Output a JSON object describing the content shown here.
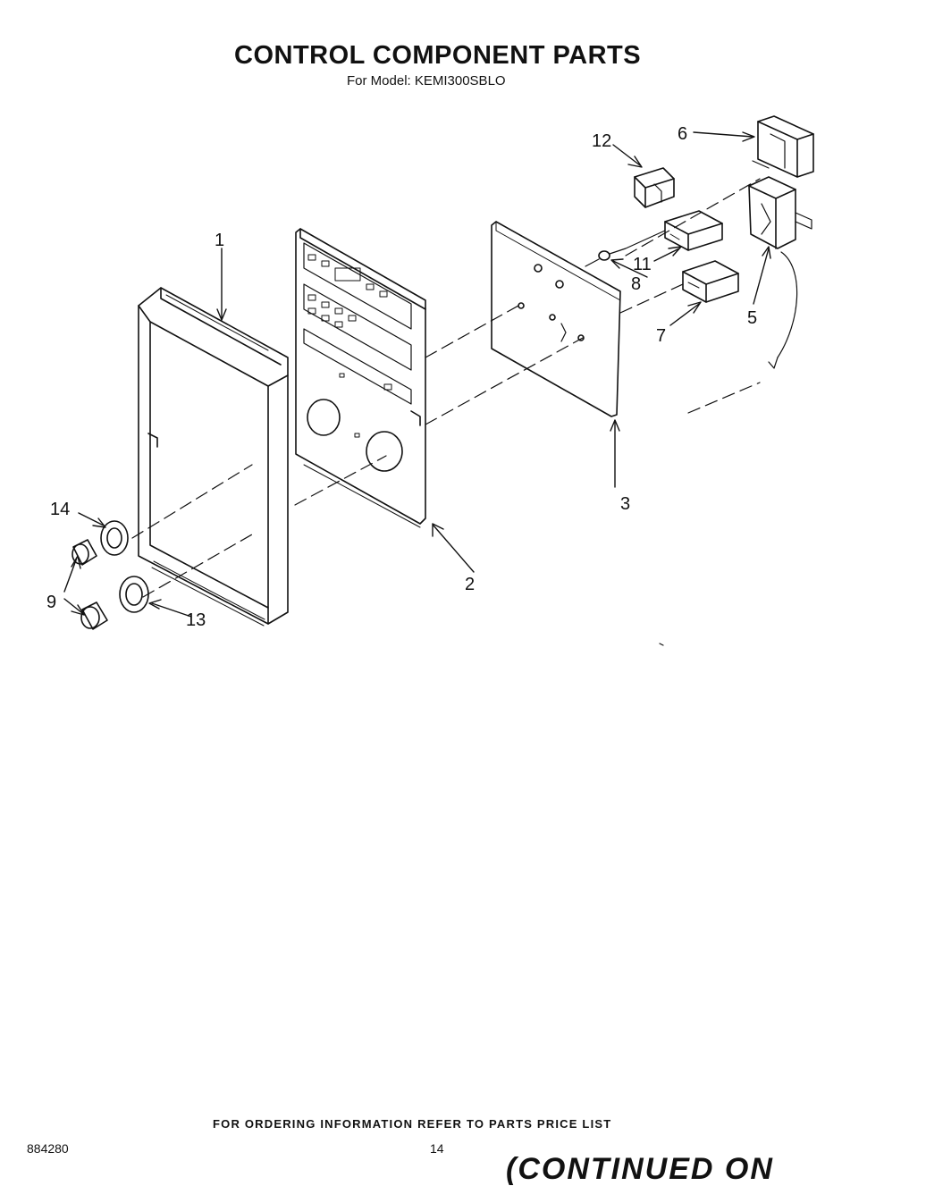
{
  "header": {
    "title": "CONTROL COMPONENT PARTS",
    "subtitle": "For Model: KEMI300SBLO"
  },
  "callouts": [
    "1",
    "2",
    "3",
    "5",
    "6",
    "7",
    "8",
    "9",
    "11",
    "12",
    "13",
    "14"
  ],
  "footer": {
    "ordering_note": "FOR ORDERING INFORMATION REFER TO PARTS PRICE LIST",
    "doc_number": "884280",
    "page_number": "14",
    "continued": "(CONTINUED ON"
  }
}
